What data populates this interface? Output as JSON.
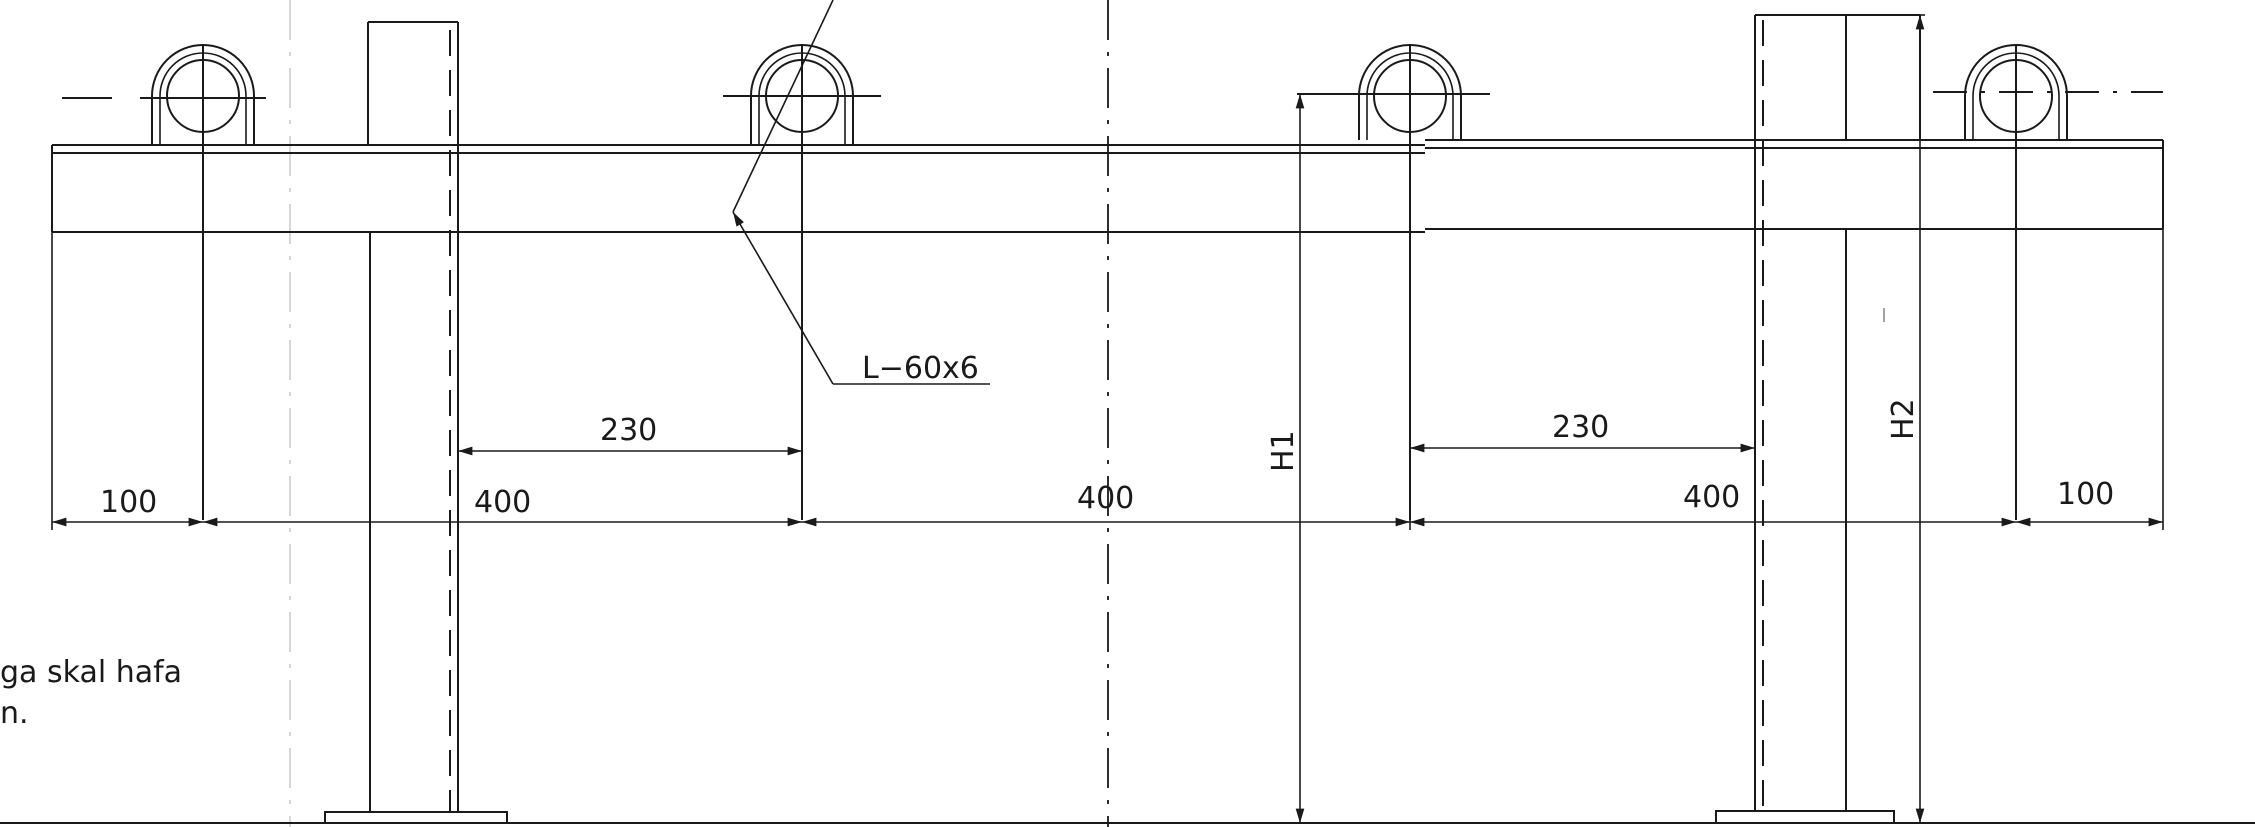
{
  "drawing": {
    "profile_label": "L−60x6",
    "dimensions": {
      "end_left": "100",
      "span_1": "400",
      "span_2": "400",
      "span_3": "400",
      "end_right": "100",
      "offset_left": "230",
      "offset_right": "230"
    },
    "height_labels": {
      "h1": "H1",
      "h2": "H2"
    },
    "note": {
      "line1": "ga skal hafa",
      "line2": "n."
    }
  }
}
